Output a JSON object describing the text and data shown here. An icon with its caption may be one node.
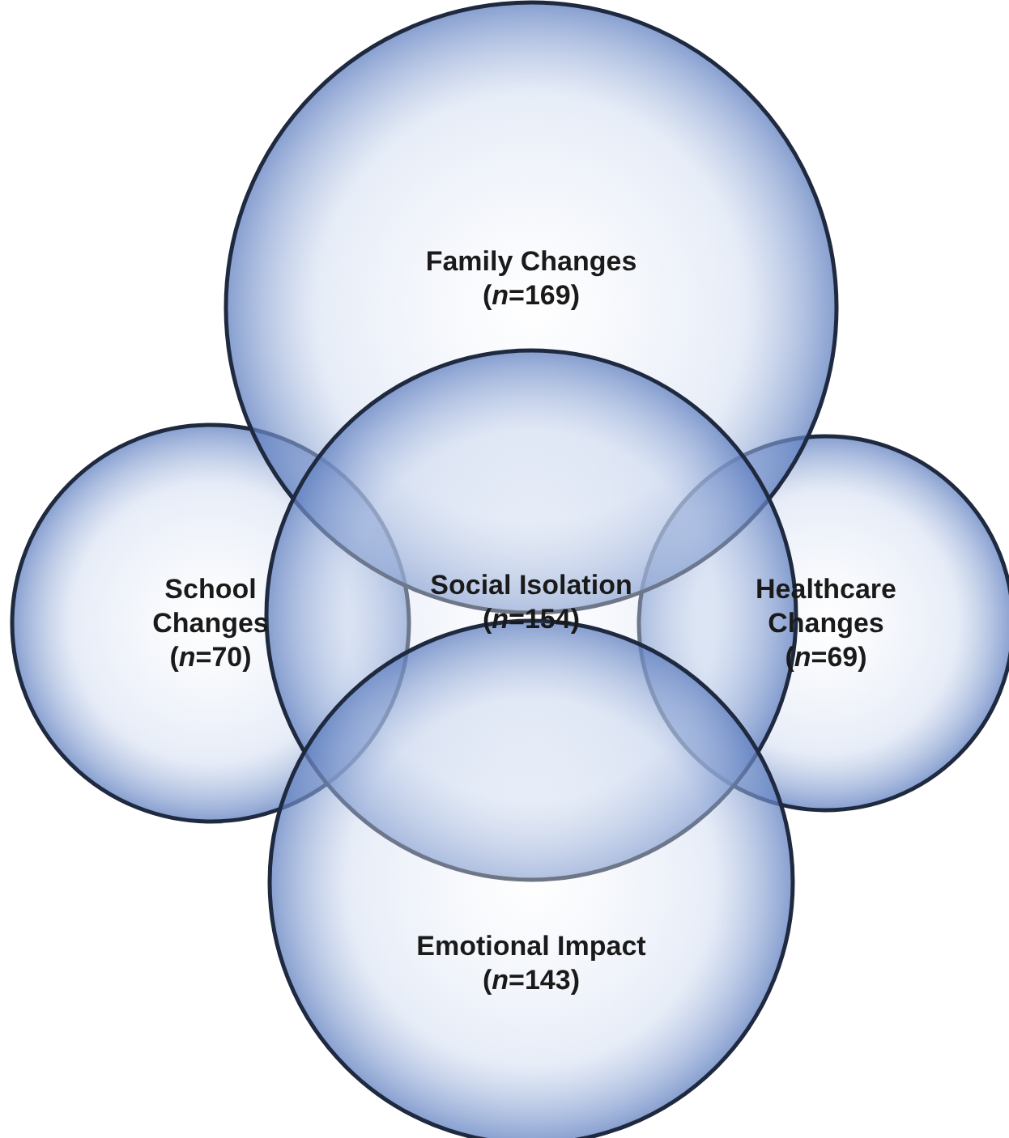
{
  "diagram": {
    "nodes": [
      {
        "text": [
          "Family Changes",
          "(*n*=169)"
        ]
      },
      {
        "text": [
          "School Changes",
          "(*n*=70)"
        ]
      },
      {
        "text": [
          "Social Isolation",
          "(*n*=154)"
        ]
      },
      {
        "text": [
          "Healthcare Changes",
          "(*n*=69)"
        ]
      },
      {
        "text": [
          "Emotional Impact",
          "(*n*=143)"
        ]
      }
    ]
  }
}
